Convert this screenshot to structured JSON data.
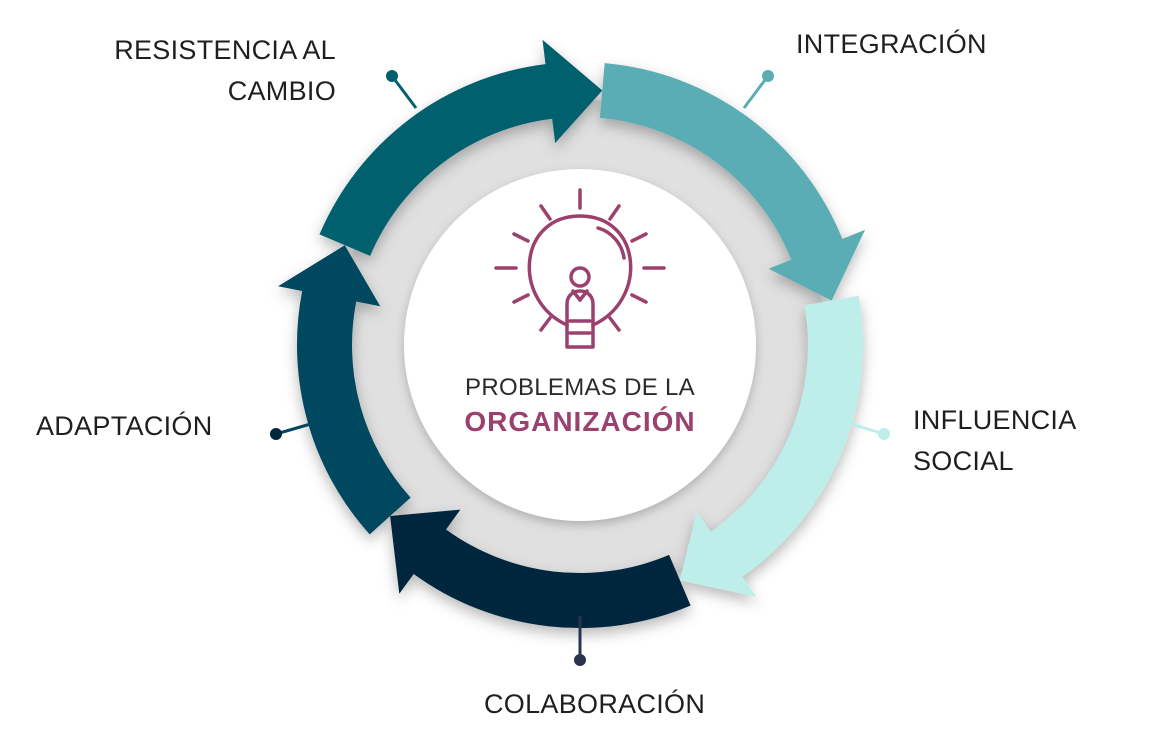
{
  "center": {
    "line1": "PROBLEMAS DE LA",
    "line2": "ORGANIZACIÓN",
    "icon": "lightbulb-person-icon",
    "accent_color": "#9b416d"
  },
  "stages": [
    {
      "id": "resistencia",
      "line1": "RESISTENCIA AL",
      "line2": "CAMBIO",
      "color": "#03606e"
    },
    {
      "id": "integracion",
      "line1": "INTEGRACIÓN",
      "line2": "",
      "color": "#5aadb5"
    },
    {
      "id": "influencia",
      "line1": "INFLUENCIA",
      "line2": "SOCIAL",
      "color": "#bdeee9"
    },
    {
      "id": "colaboracion",
      "line1": "COLABORACIÓN",
      "line2": "",
      "color": "#01273d"
    },
    {
      "id": "adaptacion",
      "line1": "ADAPTACIÓN",
      "line2": "",
      "color": "#044660"
    }
  ],
  "ring_background_color": "#e0e0e0"
}
